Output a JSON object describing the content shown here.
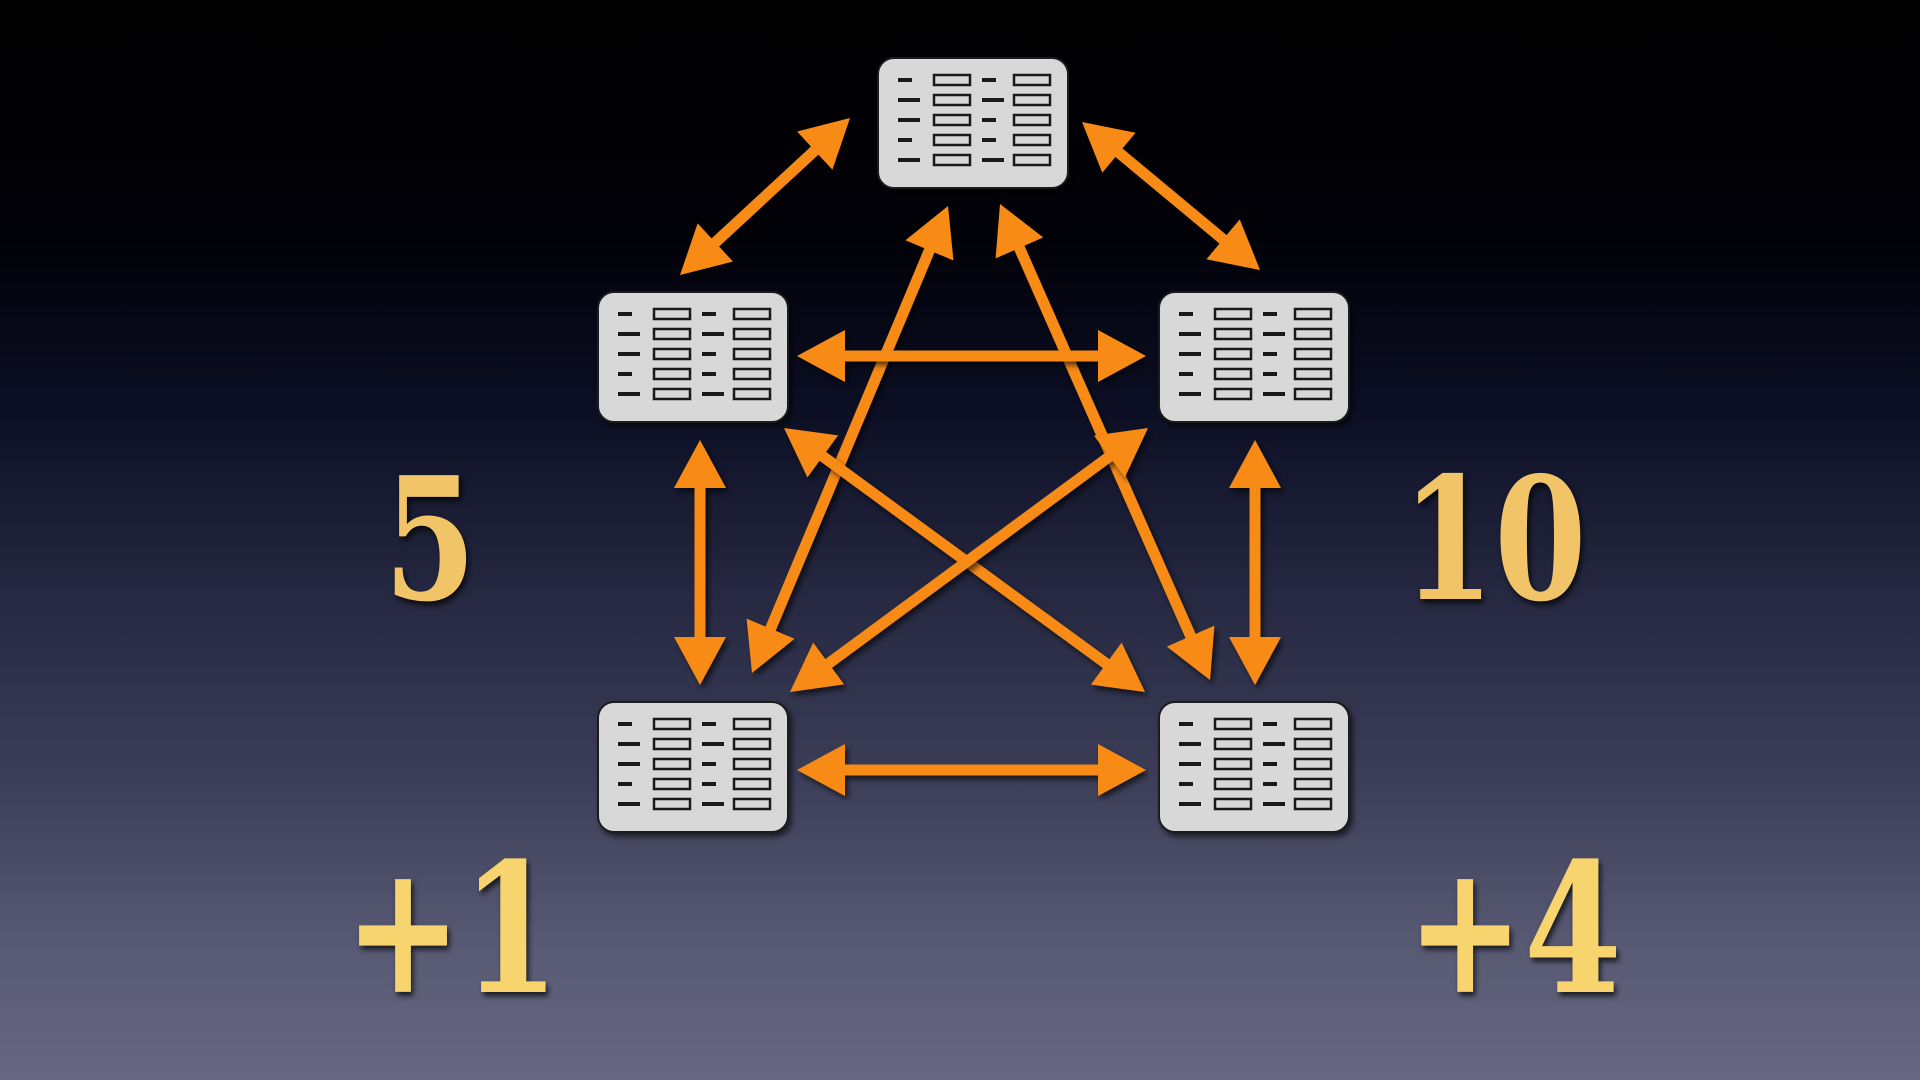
{
  "numbers": {
    "left_count": "5",
    "right_count": "10",
    "left_increment": "+1",
    "right_increment": "+4"
  },
  "colors": {
    "arrow": "#f88a14",
    "number": "#f2c468",
    "table_fill": "#d8d8d8",
    "table_border": "#1a1a1a"
  },
  "diagram": {
    "nodes": [
      {
        "id": "top",
        "icon": "table-icon"
      },
      {
        "id": "upper-left",
        "icon": "table-icon"
      },
      {
        "id": "upper-right",
        "icon": "table-icon"
      },
      {
        "id": "lower-left",
        "icon": "table-icon"
      },
      {
        "id": "lower-right",
        "icon": "table-icon"
      }
    ],
    "edges": [
      [
        "top",
        "upper-left"
      ],
      [
        "top",
        "upper-right"
      ],
      [
        "top",
        "lower-left"
      ],
      [
        "top",
        "lower-right"
      ],
      [
        "upper-left",
        "upper-right"
      ],
      [
        "upper-left",
        "lower-left"
      ],
      [
        "upper-left",
        "lower-right"
      ],
      [
        "upper-right",
        "lower-left"
      ],
      [
        "upper-right",
        "lower-right"
      ],
      [
        "lower-left",
        "lower-right"
      ]
    ]
  }
}
